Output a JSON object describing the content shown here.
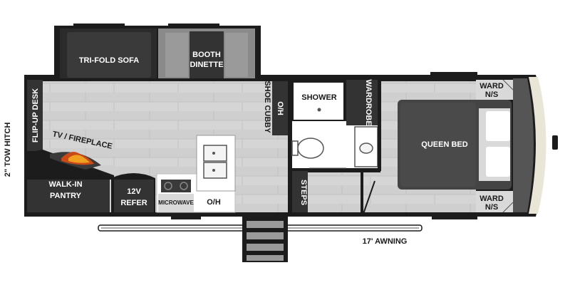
{
  "labels": {
    "tow_hitch": "2\" TOW HITCH",
    "flip_up_desk": "FLIP-UP DESK",
    "tri_fold_sofa": "TRI-FOLD SOFA",
    "booth_dinette": [
      "BOOTH",
      "DINETTE"
    ],
    "shoe_cubby": "SHOE CUBBY",
    "oh_vertical": "O/H",
    "shower": "SHOWER",
    "wardrobe": "WARDROBE",
    "queen_bed": "QUEEN BED",
    "ward_ns_top": [
      "WARD",
      "N/S"
    ],
    "ward_ns_bottom": [
      "WARD",
      "N/S"
    ],
    "tv_fireplace": "TV / FIREPLACE",
    "walk_in_pantry": [
      "WALK-IN",
      "PANTRY"
    ],
    "refer": [
      "12V",
      "REFER"
    ],
    "microwave": "MICROWAVE",
    "oh_kitchen": "O/H",
    "steps": "STEPS",
    "awning": "17' AWNING"
  },
  "colors": {
    "wall": "#1c1c1c",
    "floor": "#d4d4d4",
    "dark_furniture": "#333333",
    "medium_furniture": "#8a8a8a",
    "white_fixture": "#ffffff"
  }
}
